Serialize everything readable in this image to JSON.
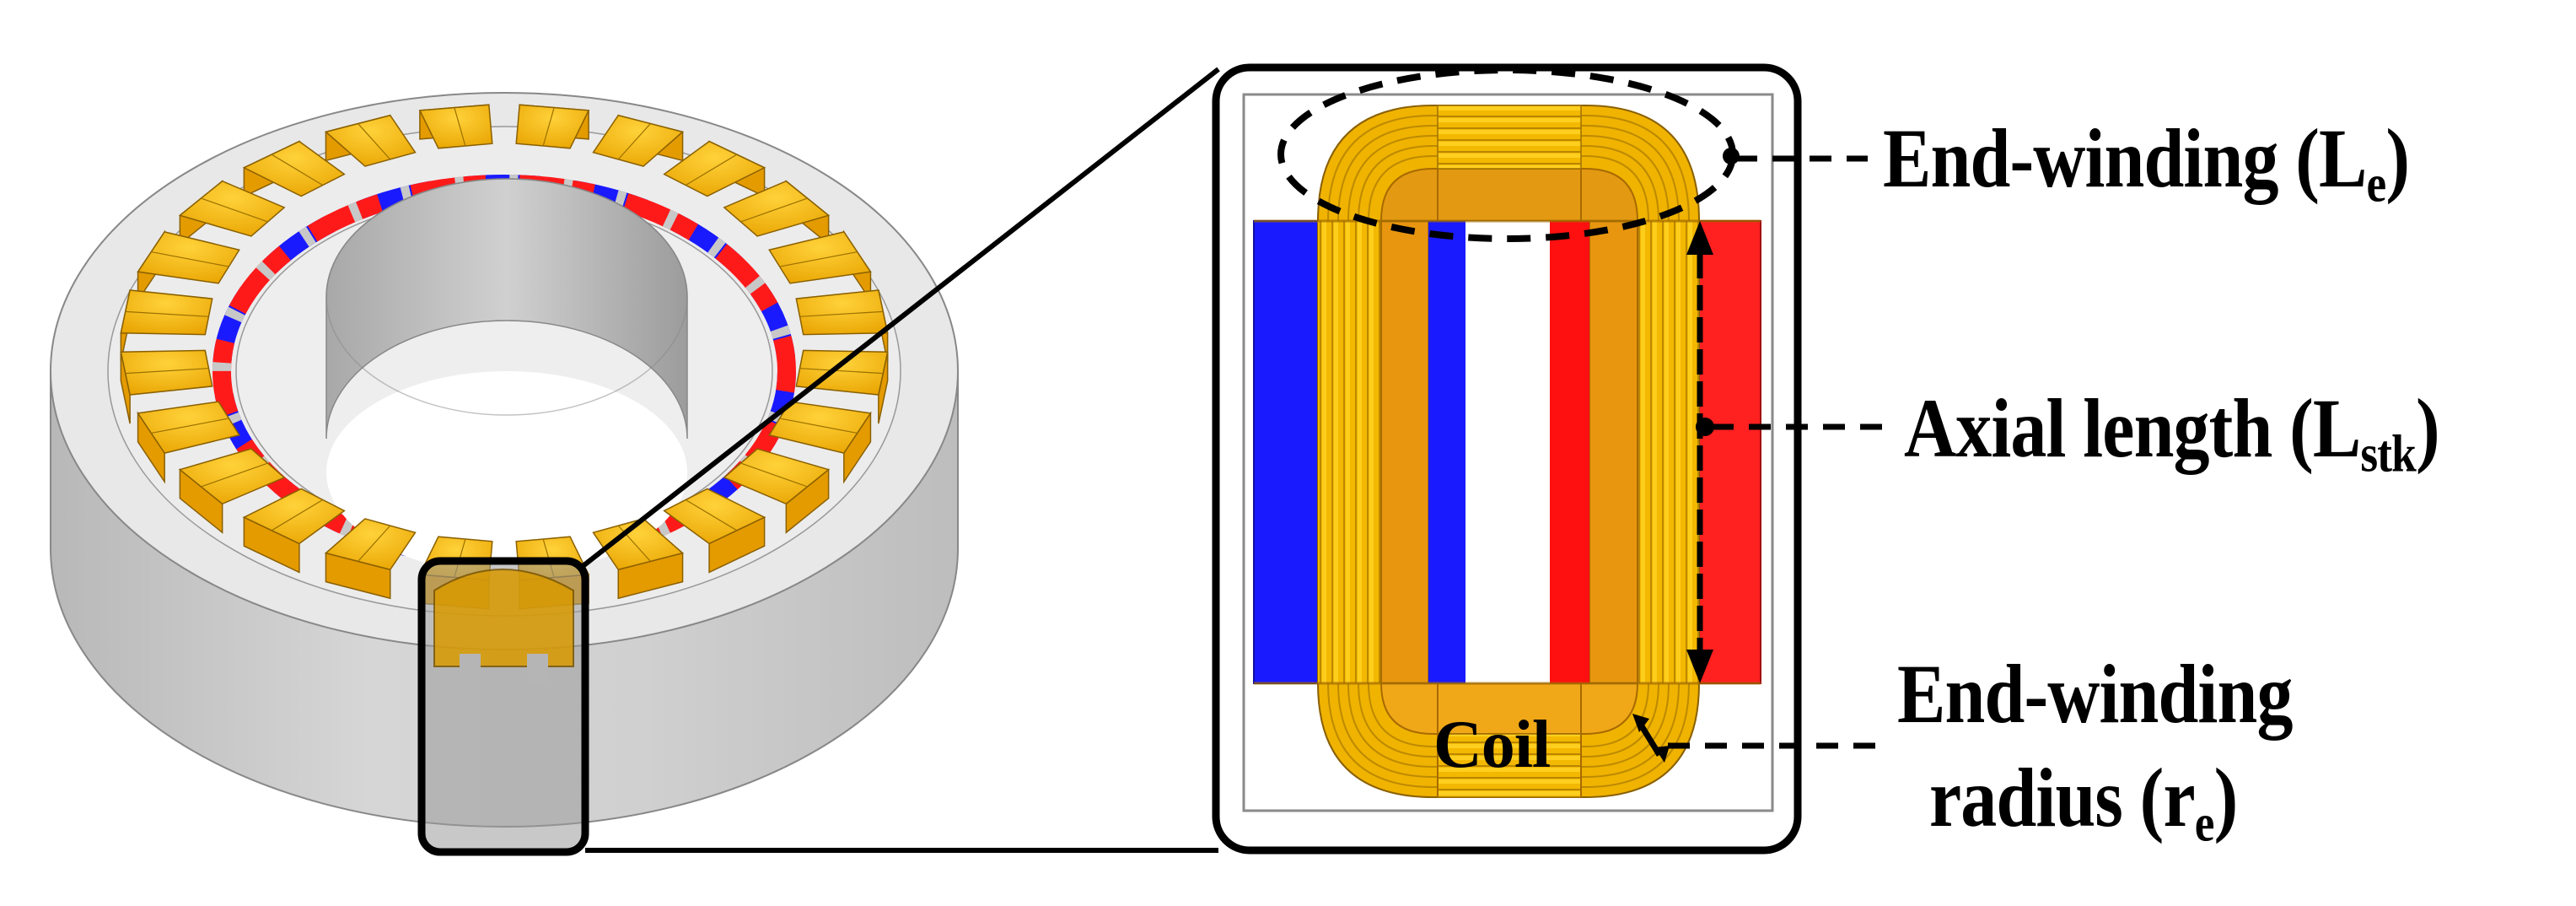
{
  "figure": {
    "type": "motor-geometry-schematic",
    "left_panel": {
      "description": "3D view of ring-shaped stator with concentrated coils and surface permanent magnets",
      "colors": {
        "stator": "#e6e6e6",
        "stator_side": "#c8c8c8",
        "coil": "#f5b800",
        "coil_edge": "#a07000",
        "magnet_n": "#ff1a1a",
        "magnet_s": "#1a1aff",
        "highlight_box": "#000000",
        "highlight_fill": "#9a9a9a"
      }
    },
    "right_panel": {
      "description": "Zoomed cross-section of single coil with adjacent magnets",
      "coil_label": "Coil",
      "colors": {
        "magnet_left": "#1a1aff",
        "magnet_right": "#ff1a1a",
        "coil_winding": "#f2b400",
        "coil_core": "#e8960f",
        "frame": "#888888",
        "box": "#000000"
      }
    },
    "annotations": [
      {
        "id": "end-winding",
        "text": "End-winding (L",
        "sub": "e",
        "suffix": ")"
      },
      {
        "id": "axial-length",
        "text": "Axial length (L",
        "sub": "stk",
        "suffix": ")"
      },
      {
        "id": "end-winding-radius",
        "line1": "End-winding",
        "text": "radius (r",
        "sub": "e",
        "suffix": ")"
      }
    ]
  }
}
